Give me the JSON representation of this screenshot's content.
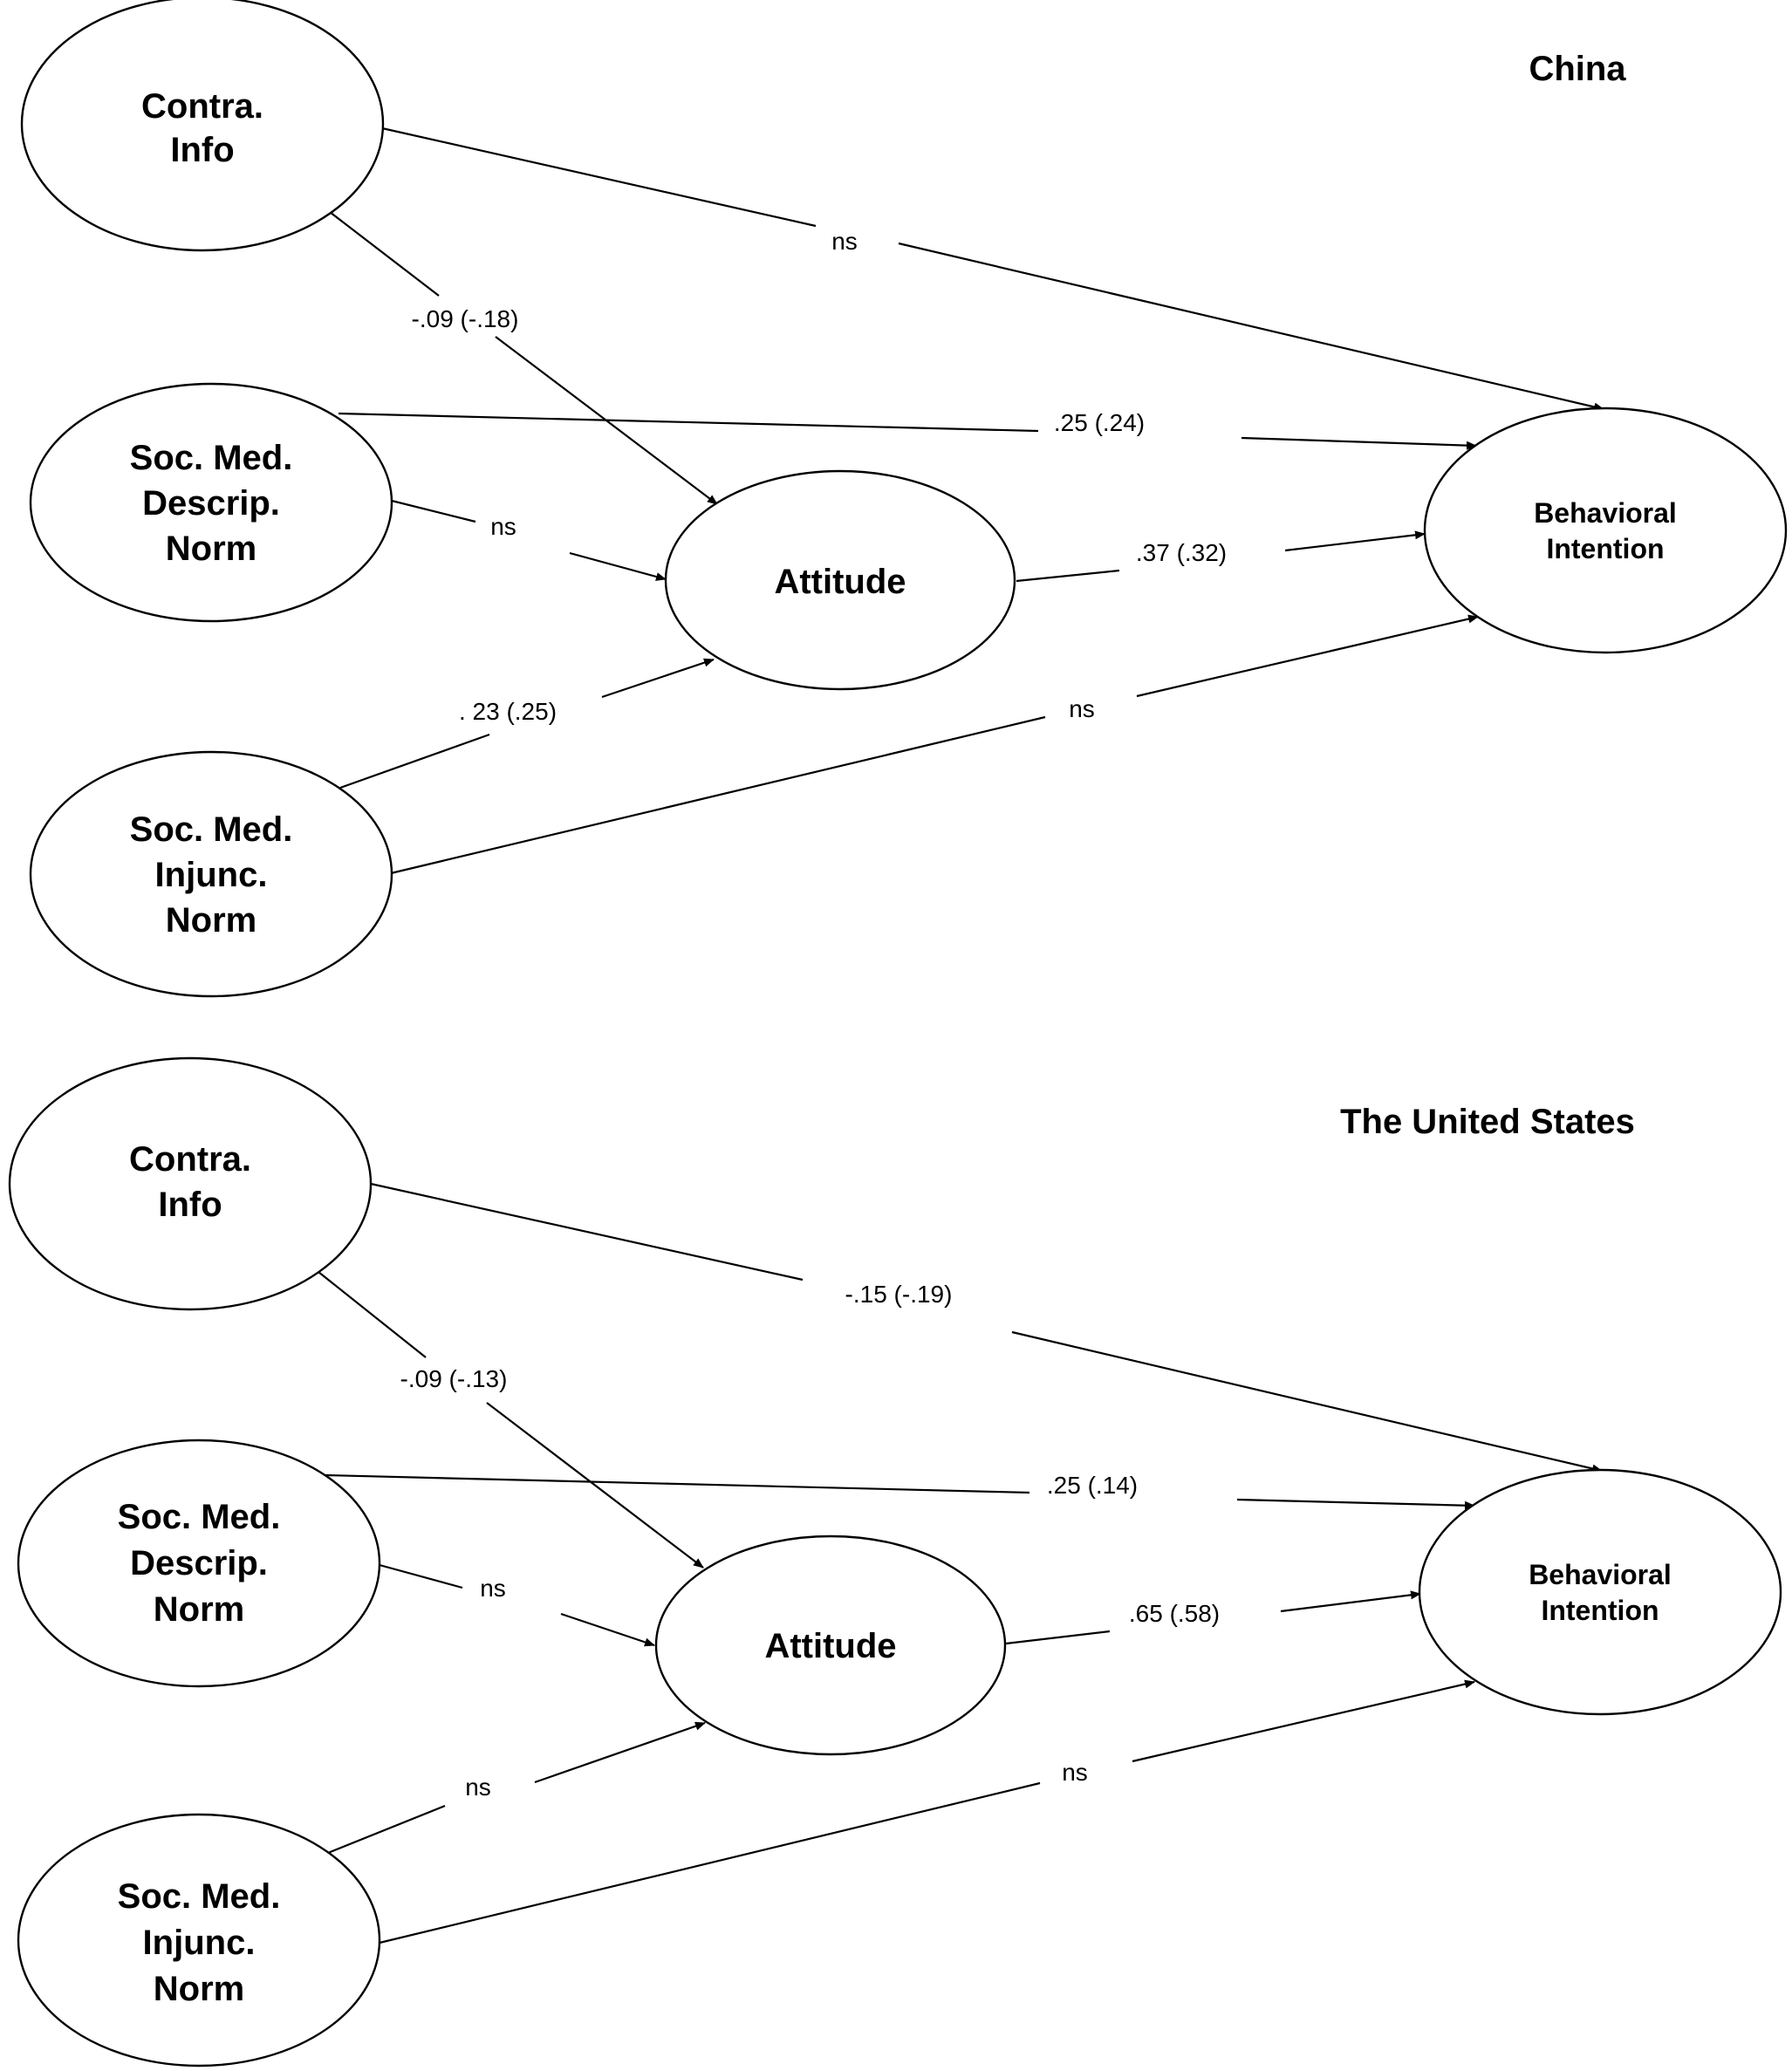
{
  "panels": [
    {
      "title": "China",
      "nodes": {
        "contra": [
          "Contra.",
          "Info"
        ],
        "descrip": [
          "Soc. Med.",
          "Descrip.",
          "Norm"
        ],
        "injunc": [
          "Soc. Med.",
          "Injunc.",
          "Norm"
        ],
        "attitude": [
          "Attitude"
        ],
        "intention": [
          "Behavioral",
          "Intention"
        ]
      },
      "paths": {
        "contra_to_attitude": "-.09 (-.18)",
        "contra_to_intention": "ns",
        "descrip_to_attitude": "ns",
        "descrip_to_intention": ".25 (.24)",
        "injunc_to_attitude": ". 23 (.25)",
        "injunc_to_intention": "ns",
        "attitude_to_intention": ".37 (.32)"
      }
    },
    {
      "title": "The United States",
      "nodes": {
        "contra": [
          "Contra.",
          "Info"
        ],
        "descrip": [
          "Soc. Med.",
          "Descrip.",
          "Norm"
        ],
        "injunc": [
          "Soc. Med.",
          "Injunc.",
          "Norm"
        ],
        "attitude": [
          "Attitude"
        ],
        "intention": [
          "Behavioral",
          "Intention"
        ]
      },
      "paths": {
        "contra_to_attitude": "-.09 (-.13)",
        "contra_to_intention": "-.15 (-.19)",
        "descrip_to_attitude": "ns",
        "descrip_to_intention": ".25 (.14)",
        "injunc_to_attitude": "ns",
        "injunc_to_intention": "ns",
        "attitude_to_intention": ".65 (.58)"
      }
    }
  ]
}
